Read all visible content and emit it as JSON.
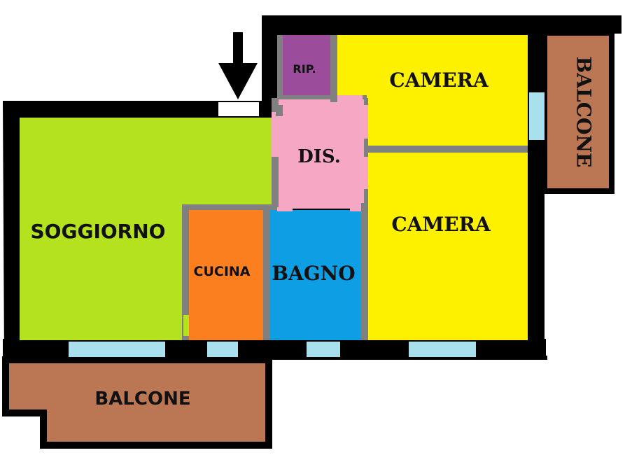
{
  "plan": {
    "rooms": {
      "soggiorno": {
        "label": "SOGGIORNO",
        "color": "#b5e21e"
      },
      "cucina": {
        "label": "CUCINA",
        "color": "#fb7f1f"
      },
      "bagno": {
        "label": "BAGNO",
        "color": "#0e9ee3"
      },
      "camera_1": {
        "label": "CAMERA",
        "color": "#fdf100"
      },
      "camera_2": {
        "label": "CAMERA",
        "color": "#fdf100"
      },
      "dis": {
        "label": "DIS.",
        "color": "#f6a7c3"
      },
      "rip": {
        "label": "RIP.",
        "color": "#9b4c9b"
      },
      "balcone_side": {
        "label": "BALCONE",
        "color": "#bb7654"
      },
      "balcone_bottom": {
        "label": "BALCONE",
        "color": "#bb7654"
      }
    },
    "colors": {
      "wall": "#000000",
      "inner_wall": "#808080",
      "window": "#a8e0ee",
      "entrance": "#ffffff"
    },
    "entrance_marker": "arrow-down-icon"
  }
}
